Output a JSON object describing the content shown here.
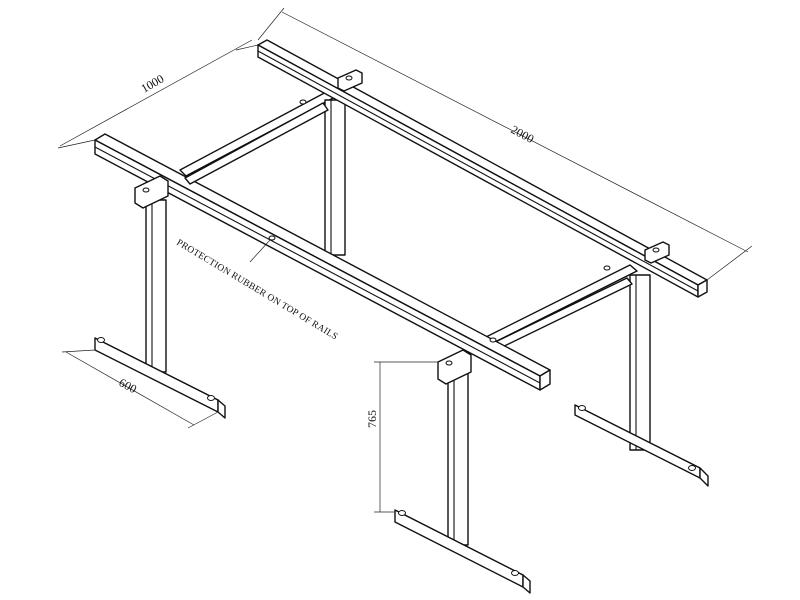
{
  "dimensions": {
    "length": "2000",
    "width": "1000",
    "foot_length": "600",
    "height": "765"
  },
  "annotation": {
    "rail_note": "PROTECTION RUBBER ON TOP OF RAILS"
  }
}
